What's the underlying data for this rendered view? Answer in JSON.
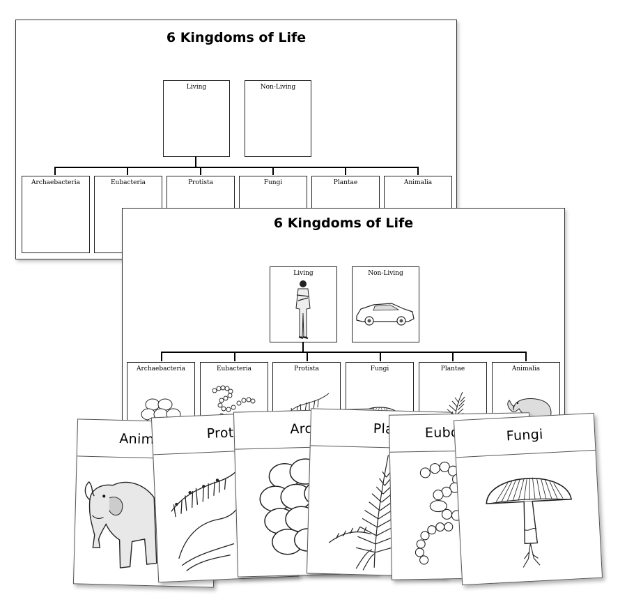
{
  "sheet_blank": {
    "title": "6 Kingdoms of Life",
    "top_labels": [
      "Living",
      "Non-Living"
    ],
    "kingdoms": [
      "Archaebacteria",
      "Eubacteria",
      "Protista",
      "Fungi",
      "Plantae",
      "Animalia"
    ]
  },
  "sheet_illustrated": {
    "title": "6 Kingdoms of Life",
    "top_labels": [
      "Living",
      "Non-Living"
    ],
    "kingdoms": [
      "Archaebacteria",
      "Eubacteria",
      "Protista",
      "Fungi",
      "Plantae",
      "Animalia"
    ]
  },
  "cards": [
    {
      "label": "Anim",
      "picture": "elephant-icon"
    },
    {
      "label": "Protis",
      "picture": "protista-icon"
    },
    {
      "label": "Archaeb",
      "picture": "archaebacteria-icon"
    },
    {
      "label": "Planta",
      "picture": "fern-icon"
    },
    {
      "label": "Eubo",
      "picture": "eubacteria-icon"
    },
    {
      "label": "Fungi",
      "picture": "mushroom-icon"
    }
  ]
}
